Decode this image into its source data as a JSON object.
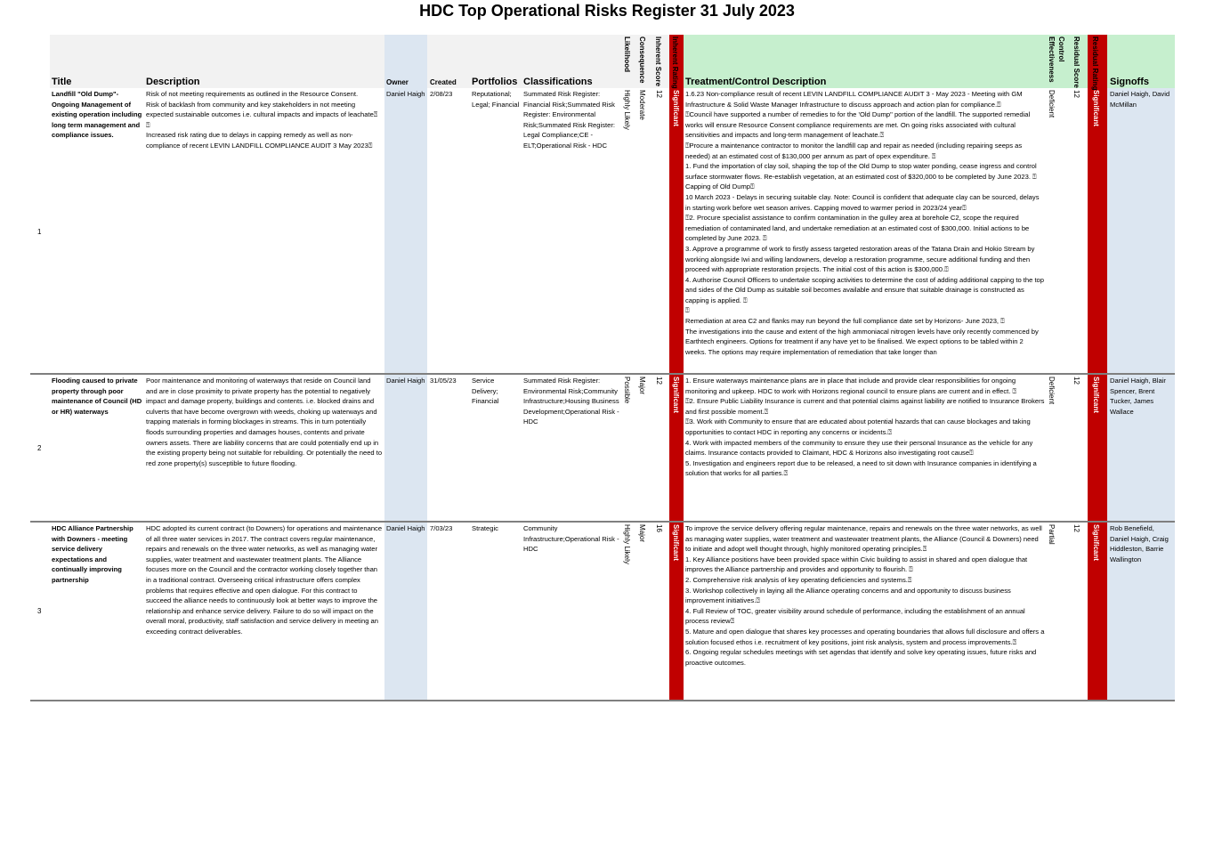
{
  "title": "HDC Top Operational Risks Register 31 July 2023",
  "headers": {
    "title": "Title",
    "description": "Description",
    "owner": "Owner",
    "created": "Created",
    "portfolios": "Portfolios",
    "classifications": "Classifications",
    "likelihood": "Likelihood",
    "consequence": "Consequence",
    "inherent_score": "Inherent Score",
    "inherent_rating": "Inherent Rating",
    "treatment": "Treatment/Control Description",
    "control_effectiveness_1": "Control",
    "control_effectiveness_2": "Effectiveness",
    "residual_score": "Residual Score",
    "residual_rating": "Residual Rating",
    "signoffs": "Signoffs"
  },
  "colors": {
    "grey_band": "#f2f2f2",
    "owner_band": "#dce6f1",
    "green_band": "#c6efce",
    "signoff_band": "#dce6f1",
    "rating_red": "#c00000"
  },
  "rows": [
    {
      "num": "1",
      "title": "Landfill \"Old Dump\"- Ongoing Management of existing  operation including long term management and compliance issues.",
      "description": "Risk of not meeting requirements as outlined in the Resource Consent.\nRisk of backlash from community and key stakeholders in not meeting expected sustainable outcomes i.e. cultural impacts and impacts of leachate⍰\n⍰\nIncreased risk rating due to delays in capping remedy as well as non-compliance of recent  LEVIN LANDFILL COMPLIANCE AUDIT 3 May 2023⍰",
      "owner": "Daniel Haigh",
      "created": "2/08/23",
      "portfolios": "Reputational; Legal; Financial",
      "classifications": "Summated Risk Register: Financial Risk;Summated Risk Register: Environmental Risk;Summated Risk Register: Legal Compliance;CE  - ELT;Operational Risk - HDC",
      "likelihood": "Highly Likely",
      "consequence": "Moderate",
      "inherent_score": "12",
      "inherent_rating": "Significant",
      "treatment": [
        "1.6.23 Non-compliance result of recent  LEVIN LANDFILL COMPLIANCE AUDIT 3  - May 2023 - Meeting with GM Infrastructure & Solid Waste Manager Infrastructure to discuss approach and action plan for compliance.⍰",
        "⍰Council have supported a number of remedies to for the 'Old Dump\" portion of the landfill. The supported remedial works will ensure Resource Consent compliance requirements are met. On going risks associated with cultural sensitivities and impacts and long-term management of leachate.⍰",
        "⍰Procure a maintenance contractor to monitor the landfill cap and repair as needed (including repairing seeps as needed) at an estimated cost of $130,000 per annum as part of opex expenditure. ⍰",
        "1. Fund the importation of clay soil, shaping the top of the Old Dump to stop water ponding, cease ingress and control surface stormwater flows. Re-establish vegetation, at an estimated cost of $320,000 to be completed by June 2023.  ⍰",
        "Capping of Old Dump⍰",
        "10 March 2023 - Delays in securing suitable clay. Note: Council is confident that adequate clay can be sourced, delays in starting work before wet season arrives. Capping moved to warmer period in 2023/24 year⍰",
        "⍰2. Procure specialist assistance to confirm contamination in the gulley area at borehole C2, scope the required remediation of contaminated land, and undertake remediation at an estimated cost of $300,000. Initial actions to be completed by June 2023. ⍰",
        "3. Approve a programme of work to firstly assess targeted restoration areas of the Tatana Drain and Hokio Stream by working alongside Iwi and willing landowners, develop a restoration programme, secure additional funding and then proceed with appropriate restoration projects. The initial cost of this action is $300,000.⍰",
        "4.  Authorise Council Officers to undertake scoping activities to determine the cost of adding additional capping to the top and sides of the Old Dump as suitable soil becomes available and ensure that suitable drainage is constructed as capping is applied. ⍰",
        "⍰",
        "Remediation at area C2 and flanks may run beyond the full compliance date set by Horizons- June 2023, ⍰",
        "The investigations into the cause and extent of the high ammoniacal nitrogen levels have only recently commenced by Earthtech engineers. Options for treatment if any have yet to be finalised. We expect options to be tabled within 2 weeks. The options may require implementation of remediation that take longer than"
      ],
      "control_effectiveness": "Deficient",
      "residual_score": "12",
      "residual_rating": "Significant",
      "signoffs": "Daniel Haigh, David McMillan"
    },
    {
      "num": "2",
      "title": "Flooding caused to private property through poor maintenance of Council (HD or HR) waterways",
      "description": "Poor maintenance and monitoring of waterways that reside on Council land and are in close proximity to private property has the potential to negatively impact and damage property, buildings and contents. i.e. blocked drains and culverts that have become overgrown with weeds, choking up waterways and trapping materials in forming blockages in streams. This in turn potentially floods surrounding properties and damages houses, contents and private owners assets. There are liability concerns that are could potentially end up in the existing property being not suitable for rebuilding. Or potentially the need to red zone property(s) susceptible to future flooding.",
      "owner": "Daniel Haigh",
      "created": "31/05/23",
      "portfolios": "Service Delivery; Financial",
      "classifications": "Summated Risk Register: Environmental Risk;Community Infrastructure;Housing Business Development;Operational Risk - HDC",
      "likelihood": "Possible",
      "consequence": "Major",
      "inherent_score": "12",
      "inherent_rating": "Significant",
      "treatment": [
        "1. Ensure waterways maintenance plans  are in place that include and provide clear responsibilities for ongoing monitoring and upkeep. HDC to work with Horizons regional council to ensure plans are current and in effect. ⍰",
        "⍰2. Ensure Public Liability Insurance is current and that potential claims against liability are notified to Insurance Brokers and first possible moment.⍰",
        "⍰3. Work with Community to ensure that are educated about potential hazards that can cause blockages and taking opportunities to contact HDC in reporting any concerns or incidents.⍰",
        "4. Work with impacted members of the community to ensure they use their personal Insurance as the vehicle for any claims. Insurance contacts provided to Claimant, HDC & Horizons also investigating root cause⍰",
        "5. Investigation and engineers report due to be released, a need to sit down with Insurance companies in identifying a solution that works for all parties.⍰"
      ],
      "control_effectiveness": "Deficient",
      "residual_score": "12",
      "residual_rating": "Significant",
      "signoffs": "Daniel Haigh, Blair Spencer, Brent Tucker, James Wallace"
    },
    {
      "num": "3",
      "title": "HDC Alliance Partnership with Downers - meeting service delivery expectations and continually improving partnership",
      "description": "HDC adopted its current contract (to Downers) for operations and maintenance of all three water services in 2017. The contract covers regular maintenance, repairs and renewals on the three water networks, as well as managing water supplies, water treatment and wastewater treatment plants. The Alliance focuses more on the Council and the contractor working closely together than in a traditional contract. Overseeing critical infrastructure offers complex problems that requires effective and open dialogue. For this contract to succeed the  alliance needs to continuously look at better ways to improve the relationship and enhance service delivery. Failure to do so will impact on the overall moral, productivity, staff satisfaction and service delivery in meeting an exceeding contract deliverables.",
      "owner": "Daniel Haigh",
      "created": "7/03/23",
      "portfolios": "Strategic",
      "classifications": "Community Infrastructure;Operational Risk - HDC",
      "likelihood": "Highly Likely",
      "consequence": "Major",
      "inherent_score": "16",
      "inherent_rating": "Significant",
      "treatment": [
        "To improve the service delivery offering regular maintenance, repairs and renewals on the three water networks, as well as managing water supplies, water treatment and wastewater treatment plants, the Alliance (Council & Downers) need to initiate and adopt well thought through, highly monitored operating principles.⍰",
        "1. Key Alliance positions have been provided space within Civic building to assist in shared and open dialogue that improves the Alliance partnership and provides and opportunity to flourish. ⍰",
        "2. Comprehensive risk analysis of key operating deficiencies and systems.⍰",
        "3. Workshop collectively in laying all the Alliance operating concerns and and opportunity to discuss business improvement initiatives.⍰",
        "4. Full Review of TOC, greater visibility around schedule of performance, including the establishment of an annual process review⍰",
        "5. Mature and open dialogue that shares key processes and operating boundaries that allows full disclosure and offers a solution focused ethos i.e. recruitment of key  positions, joint risk analysis, system and process improvements.⍰",
        "6. Ongoing regular schedules meetings with set agendas that identify and solve key operating issues, future risks and proactive outcomes."
      ],
      "control_effectiveness": "Partial",
      "residual_score": "12",
      "residual_rating": "Significant",
      "signoffs": "Rob Benefield, Daniel Haigh, Craig Hiddleston, Barrie Wallington"
    }
  ]
}
